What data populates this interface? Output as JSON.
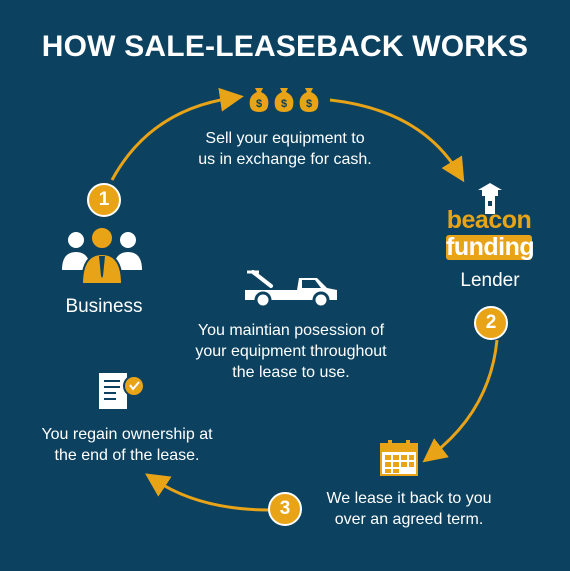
{
  "title": "HOW SALE-LEASEBACK WORKS",
  "steps": [
    {
      "number": "1",
      "text_line1": "Sell your equipment to",
      "text_line2": "us in exchange for cash."
    },
    {
      "number": "2",
      "text_line1": "You maintian posession of",
      "text_line2": "your equipment throughout",
      "text_line3": "the lease to use."
    },
    {
      "number": "3",
      "text_line1": "We lease it back to you",
      "text_line2": "over an agreed term."
    }
  ],
  "end_text": {
    "line1": "You regain ownership at",
    "line2": "the end of the lease."
  },
  "business_label": "Business",
  "lender_label": "Lender",
  "logo": {
    "line1": "beacon",
    "line2": "funding"
  },
  "money_symbol": "$",
  "colors": {
    "background": "#0c4260",
    "accent": "#e8a317",
    "text": "#ffffff"
  },
  "icons": [
    "money-bag-icon",
    "business-people-icon",
    "lighthouse-icon",
    "tow-truck-icon",
    "certificate-document-icon",
    "calendar-icon",
    "arrow-icon"
  ]
}
